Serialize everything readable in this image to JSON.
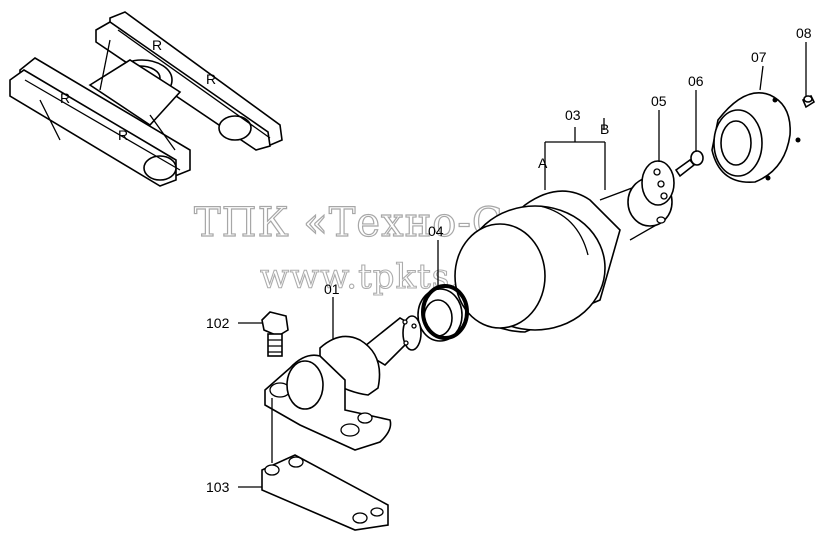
{
  "watermark": {
    "line1": "ТПК «Техно-Сиб»",
    "line2": "www.tpkts.ru"
  },
  "labels": {
    "p01": "01",
    "p03": "03",
    "pA": "A",
    "pB": "B",
    "p04": "04",
    "p05": "05",
    "p06": "06",
    "p07": "07",
    "p08": "08",
    "p102": "102",
    "p103": "103"
  }
}
